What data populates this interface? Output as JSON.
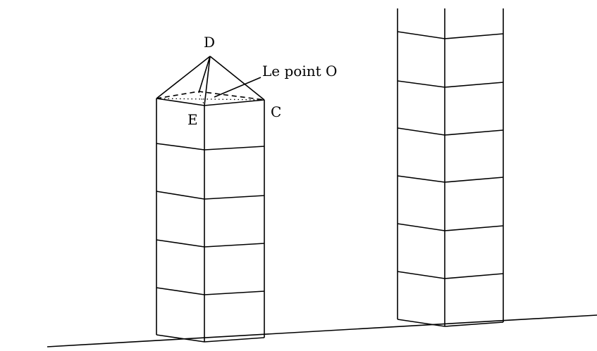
{
  "labels": {
    "vertex_d": "D",
    "vertex_e": "E",
    "vertex_c": "C",
    "point_o": "Le point O"
  }
}
